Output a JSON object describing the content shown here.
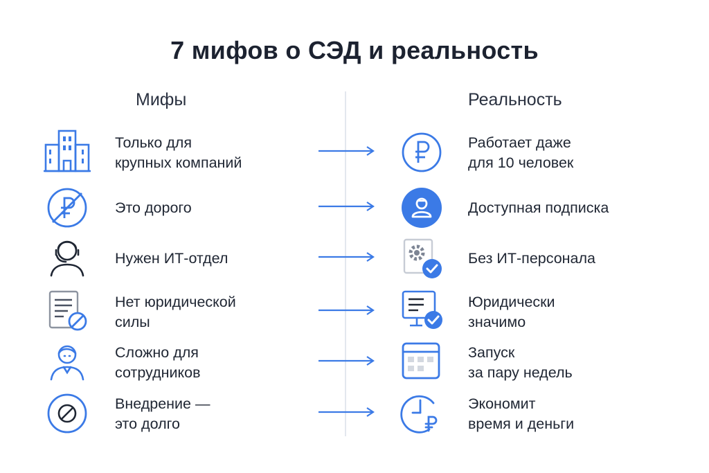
{
  "title": "7 мифов о СЭД и реальность",
  "columns": {
    "myths": "Мифы",
    "reality": "Реальность"
  },
  "accent": "#3b7ae6",
  "rows": [
    {
      "myth": "Только для\nкрупных компаний",
      "myth_icon": "buildings-icon",
      "reality": "Работает даже\nдля 10 человек",
      "reality_icon": "ruble-circle-icon"
    },
    {
      "myth": "Это дорого",
      "myth_icon": "ruble-crossed-icon",
      "reality": "Доступная подписка",
      "reality_icon": "user-circle-icon"
    },
    {
      "myth": "Нужен ИТ-отдел",
      "myth_icon": "person-headset-icon",
      "reality": "Без ИТ-персонала",
      "reality_icon": "gear-check-icon"
    },
    {
      "myth": "Нет юридической\nсилы",
      "myth_icon": "document-blocked-icon",
      "reality": "Юридически\nзначимо",
      "reality_icon": "monitor-check-icon"
    },
    {
      "myth": "Сложно для\nсотрудников",
      "myth_icon": "employee-icon",
      "reality": "Запуск\nза пару недель",
      "reality_icon": "calendar-grid-icon"
    },
    {
      "myth": "Внедрение —\nэто долго",
      "myth_icon": "no-entry-icon",
      "reality": "Экономит\nвремя и деньги",
      "reality_icon": "clock-ruble-icon"
    }
  ]
}
